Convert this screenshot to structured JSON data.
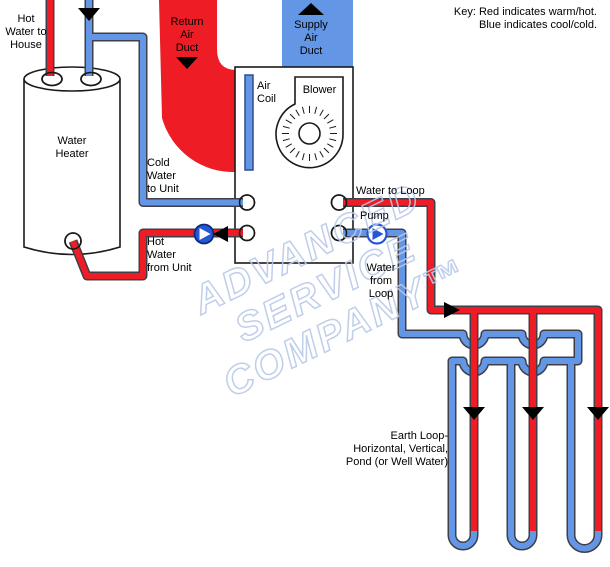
{
  "title": "Geothermal heat pump and water heater loop diagram",
  "key_legend": {
    "text": "Key: Red indicates warm/hot.\nBlue indicates cool/cold."
  },
  "labels": {
    "hot_water_to_house": "Hot\nWater to\nHouse",
    "water_heater": "Water\nHeater",
    "cold_water_to_unit": "Cold\nWater\nto Unit",
    "hot_water_from_unit": "Hot\nWater\nfrom Unit",
    "return_air_duct": "Return\nAir\nDuct",
    "supply_air_duct": "Supply\nAir\nDuct",
    "air_coil": "Air\nCoil",
    "blower": "Blower",
    "water_to_loop": "Water to Loop",
    "pump": "Pump",
    "water_from_loop": "Water\nfrom\nLoop",
    "earth_loop": "Earth Loop-\nHorizontal, Vertical,\nPond (or Well Water)"
  },
  "watermark": {
    "line1": "ADVANCED",
    "line2": "SERVICE",
    "line3": "COMPANY™"
  },
  "colors": {
    "hot_red": "#ee1c25",
    "cold_blue": "#6496e6",
    "pipe_border": "#3f3f4a",
    "outline_black": "#1a1a1a",
    "arrow_black": "#000000",
    "watermark_blue": "#b9c9e8",
    "background": "#ffffff"
  },
  "icons": {
    "flow_down_arrow": "▼",
    "flow_up_arrow": "▲",
    "flow_left_arrow": "◀",
    "flow_right_arrow": "▶",
    "pump_symbol": "circle-with-triangle"
  }
}
